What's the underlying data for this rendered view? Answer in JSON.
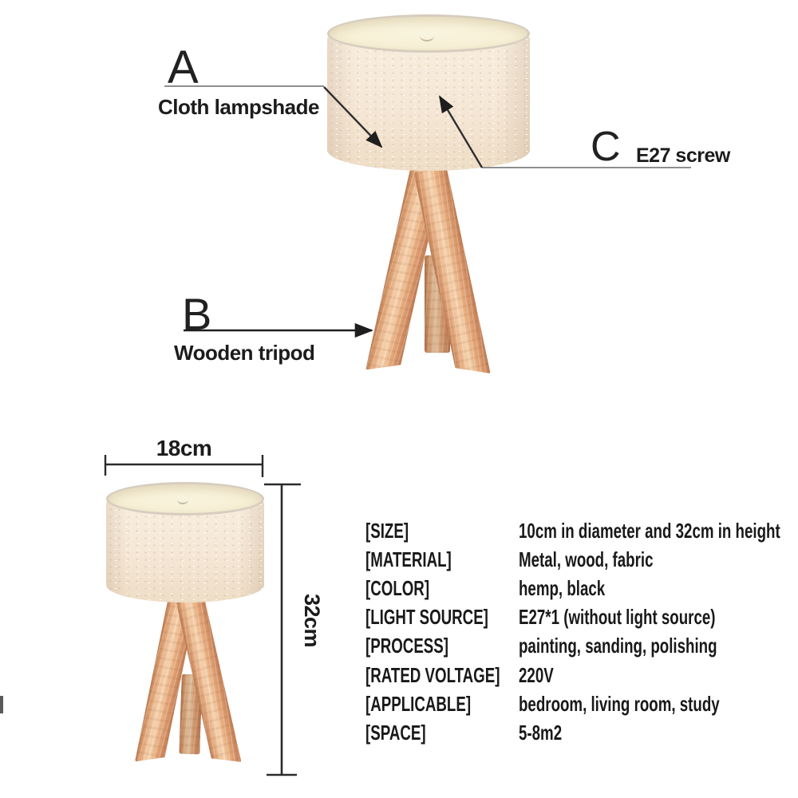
{
  "annotations": {
    "a": {
      "letter": "A",
      "label": "Cloth lampshade"
    },
    "b": {
      "letter": "B",
      "label": "Wooden tripod"
    },
    "c": {
      "letter": "C",
      "label": "E27 screw"
    }
  },
  "dimensions": {
    "width": "18cm",
    "height": "32cm"
  },
  "specs": [
    {
      "label": "[SIZE]",
      "value": "10cm in diameter and 32cm in height"
    },
    {
      "label": "[MATERIAL]",
      "value": "Metal, wood, fabric"
    },
    {
      "label": "[COLOR]",
      "value": "hemp, black"
    },
    {
      "label": "[LIGHT SOURCE]",
      "value": "E27*1 (without light source)"
    },
    {
      "label": "[PROCESS]",
      "value": "painting, sanding, polishing"
    },
    {
      "label": "[RATED VOLTAGE]",
      "value": "220V"
    },
    {
      "label": "[APPLICABLE]",
      "value": "bedroom, living room, study"
    },
    {
      "label": "[SPACE]",
      "value": "5-8m2"
    }
  ],
  "colors": {
    "background": "#ffffff",
    "text": "#1c1c1c",
    "line": "#2f2f2f",
    "underline": "#8e8e8e",
    "shade_fabric": "#f4e7d8",
    "shade_interior": "#f7f0d6",
    "shade_rim": "#d7cdbf",
    "wood_light": "#f5d2ae",
    "wood_base": "#e0a478",
    "wood_dark": "#bf7a50"
  }
}
